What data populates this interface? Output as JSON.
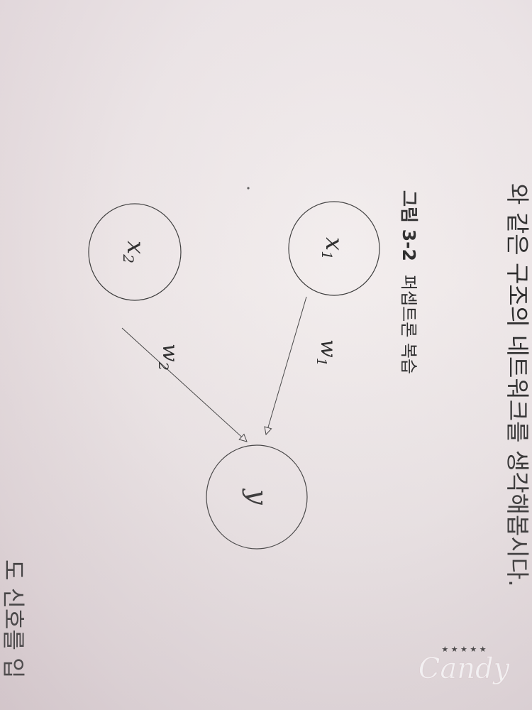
{
  "body_text": {
    "top_line": "와 같은 구조의 네트워크를 생각해봅시다.",
    "bottom_line": "도 신호를 입"
  },
  "figure": {
    "label": "그림 3-2",
    "caption": "퍼셉트론 복습"
  },
  "nodes": {
    "x1": {
      "base": "x",
      "sub": "1"
    },
    "x2": {
      "base": "x",
      "sub": "2"
    },
    "y": {
      "base": "y"
    }
  },
  "weights": {
    "w1": {
      "base": "w",
      "sub": "1"
    },
    "w2": {
      "base": "w",
      "sub": "2"
    }
  },
  "watermark": {
    "text": "Candy"
  },
  "colors": {
    "paper": "#ece5e6",
    "ink": "#2b2b2b",
    "watermark": "#ffffff"
  }
}
